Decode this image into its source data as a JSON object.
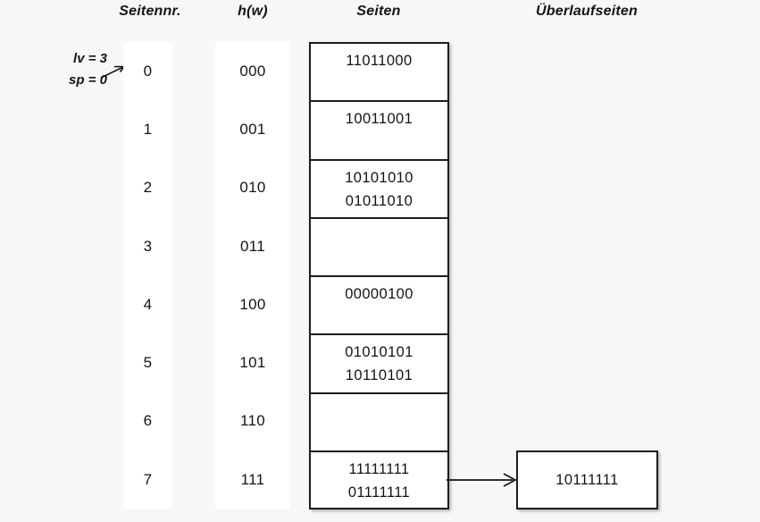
{
  "headers": {
    "seitennr": "Seitennr.",
    "hw": "h(w)",
    "seiten": "Seiten",
    "ueberlaufseiten": "Überlaufseiten"
  },
  "annotation": {
    "lv": "lv = 3",
    "sp": "sp = 0",
    "arrow_icon": "arrow-right-icon"
  },
  "colors": {
    "background": "#f7f7f7",
    "column_band": "#ffffff",
    "box_border": "#1d1d1d",
    "text": "#141414"
  },
  "table": {
    "rows": [
      {
        "seitennr": "0",
        "hw": "000",
        "page_lines": [
          "11011000"
        ]
      },
      {
        "seitennr": "1",
        "hw": "001",
        "page_lines": [
          "10011001"
        ]
      },
      {
        "seitennr": "2",
        "hw": "010",
        "page_lines": [
          "10101010",
          "01011010"
        ]
      },
      {
        "seitennr": "3",
        "hw": "011",
        "page_lines": []
      },
      {
        "seitennr": "4",
        "hw": "100",
        "page_lines": [
          "00000100"
        ]
      },
      {
        "seitennr": "5",
        "hw": "101",
        "page_lines": [
          "01010101",
          "10110101"
        ]
      },
      {
        "seitennr": "6",
        "hw": "110",
        "page_lines": []
      },
      {
        "seitennr": "7",
        "hw": "111",
        "page_lines": [
          "11111111",
          "01111111"
        ]
      }
    ]
  },
  "overflow": {
    "from_row_index": 7,
    "value": "10111111",
    "arrow_icon": "arrow-right-icon"
  }
}
